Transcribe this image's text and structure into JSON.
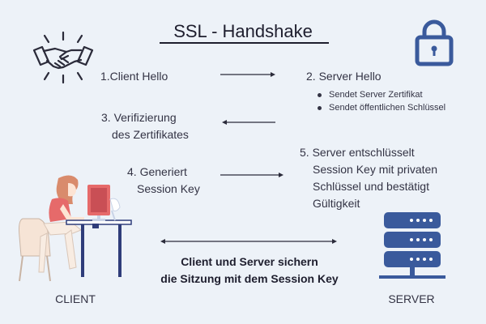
{
  "title": "SSL - Handshake",
  "steps": {
    "client_hello": "1.Client Hello",
    "server_hello": "2. Server Hello",
    "server_hello_bullets": [
      "Sendet Server Zertifikat",
      "Sendet öffentlichen Schlüssel"
    ],
    "verify_line1": "3. Verifizierung",
    "verify_line2": "des Zertifikates",
    "generate_line1": "4. Generiert",
    "generate_line2": "Session Key",
    "decrypt_lines": [
      "5. Server entschlüsselt",
      "Session Key mit privaten",
      "Schlüssel und bestätigt",
      "Gültigkeit"
    ]
  },
  "bottom_message": {
    "line1": "Client und Server sichern",
    "line2": "die Sitzung mit dem Session Key"
  },
  "labels": {
    "client": "CLIENT",
    "server": "SERVER"
  },
  "icons": [
    "handshake-icon",
    "padlock-icon",
    "server-rack-icon",
    "person-at-computer-icon"
  ],
  "colors": {
    "background": "#edf2f8",
    "blue": "#3a5a9c",
    "dark_blue": "#2f3d7a",
    "coral": "#e66a6a",
    "text": "#333344"
  }
}
